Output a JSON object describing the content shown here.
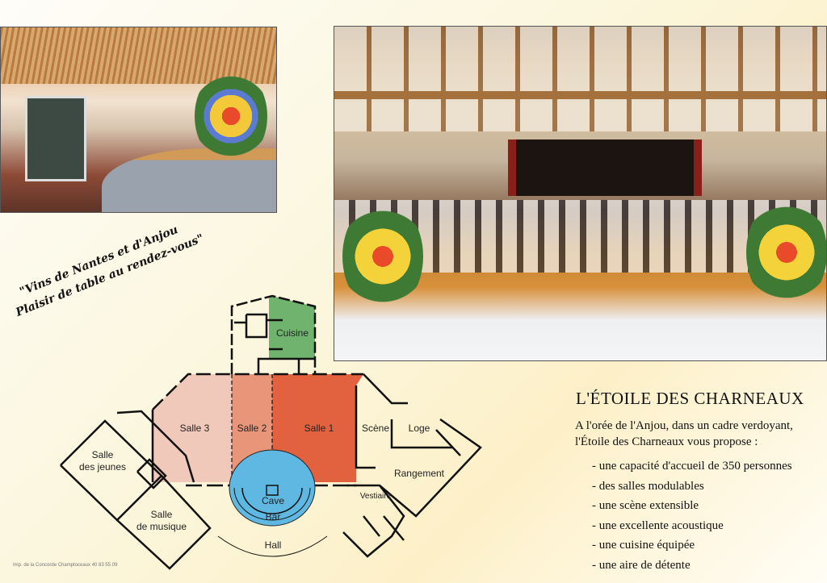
{
  "tagline": {
    "line1": "\"Vins de Nantes et d'Anjou",
    "line2": "Plaisir de table au rendez-vous\""
  },
  "plan": {
    "rooms": {
      "cuisine": "Cuisine",
      "salle3": "Salle 3",
      "salle2": "Salle 2",
      "salle1": "Salle 1",
      "scene": "Scène",
      "loge": "Loge",
      "rangement": "Rangement",
      "vestiaire": "Vestiaire",
      "cave": "Cave",
      "bar": "Bar",
      "hall": "Hall",
      "salle_jeunes_1": "Salle",
      "salle_jeunes_2": "des jeunes",
      "salle_musique_1": "Salle",
      "salle_musique_2": "de musique"
    },
    "colors": {
      "cuisine": "#6fb36f",
      "salle3": "#f0c9bb",
      "salle2": "#e8957a",
      "salle1": "#e2613f",
      "bar": "#5fb8e2"
    }
  },
  "title": "L'ÉTOILE DES CHARNEAUX",
  "intro": "A l'orée de l'Anjou, dans un cadre verdoyant, l'Étoile des Charneaux vous propose :",
  "features": [
    "- une capacité d'accueil de 350 personnes",
    "- des salles modulables",
    "- une scène extensible",
    "- une excellente acoustique",
    "- une cuisine équipée",
    "- une aire de détente"
  ],
  "imprint": "Imp. de la Concorde Champtoceaux 40 83 55 09"
}
